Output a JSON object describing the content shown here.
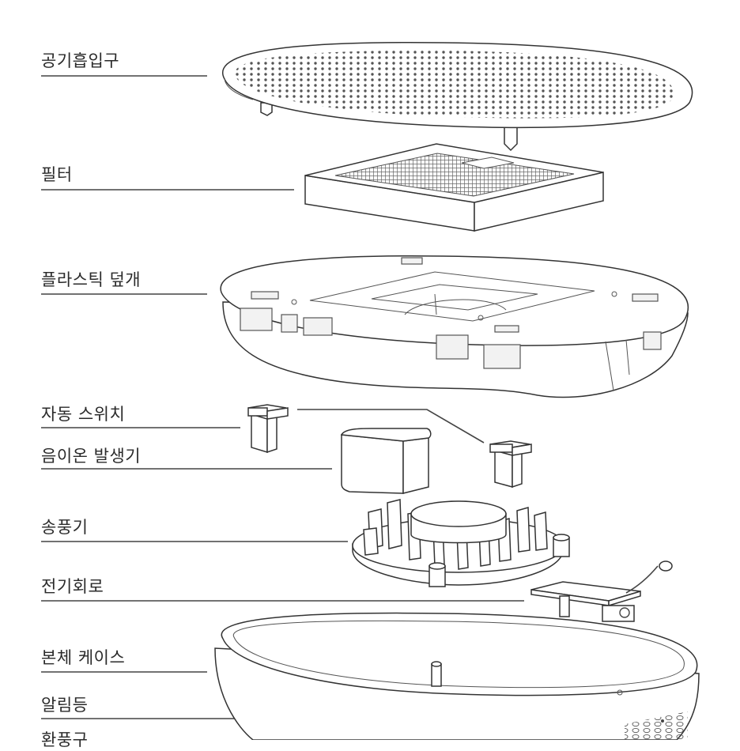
{
  "labels": {
    "intake": "공기흡입구",
    "filter": "필터",
    "cover": "플라스틱 덮개",
    "switch": "자동 스위치",
    "ion": "음이온 발생기",
    "fan": "송풍기",
    "circuit": "전기회로",
    "case": "본체 케이스",
    "lamp": "알림등",
    "exhaust": "환풍구"
  },
  "colors": {
    "line": "#333333",
    "text": "#2a2a2a",
    "background": "#ffffff"
  }
}
